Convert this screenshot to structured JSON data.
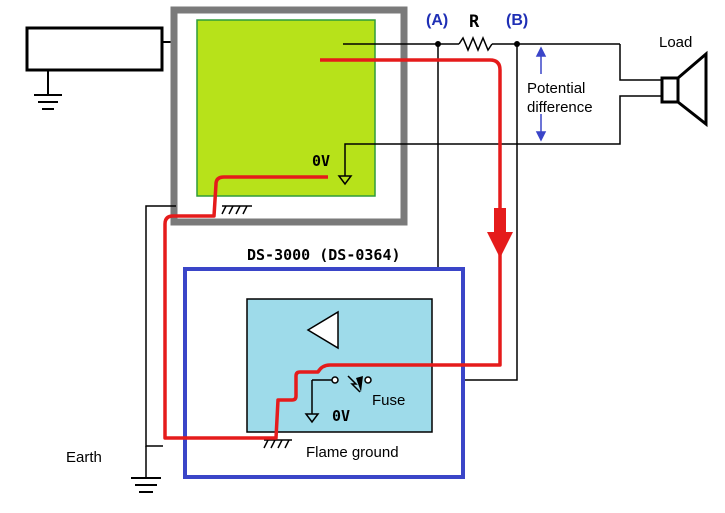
{
  "labels": {
    "point_a": "(A)",
    "point_b": "(B)",
    "resistor": "R",
    "load": "Load",
    "potential_line1": "Potential",
    "potential_line2": "difference",
    "zero_v_top": "0V",
    "zero_v_bottom": "0V",
    "device": "DS-3000  (DS-0364)",
    "fuse": "Fuse",
    "frame_ground": "Flame ground",
    "earth": "Earth"
  },
  "colors": {
    "green_block": "#b7e21a",
    "outer_box_border": "#7a7a7a",
    "device_box_border": "#3a45c8",
    "inner_blue_block": "#9edbea",
    "current_path": "#e51b1b",
    "wire": "#000000",
    "point_label": "#1f2fb5"
  }
}
